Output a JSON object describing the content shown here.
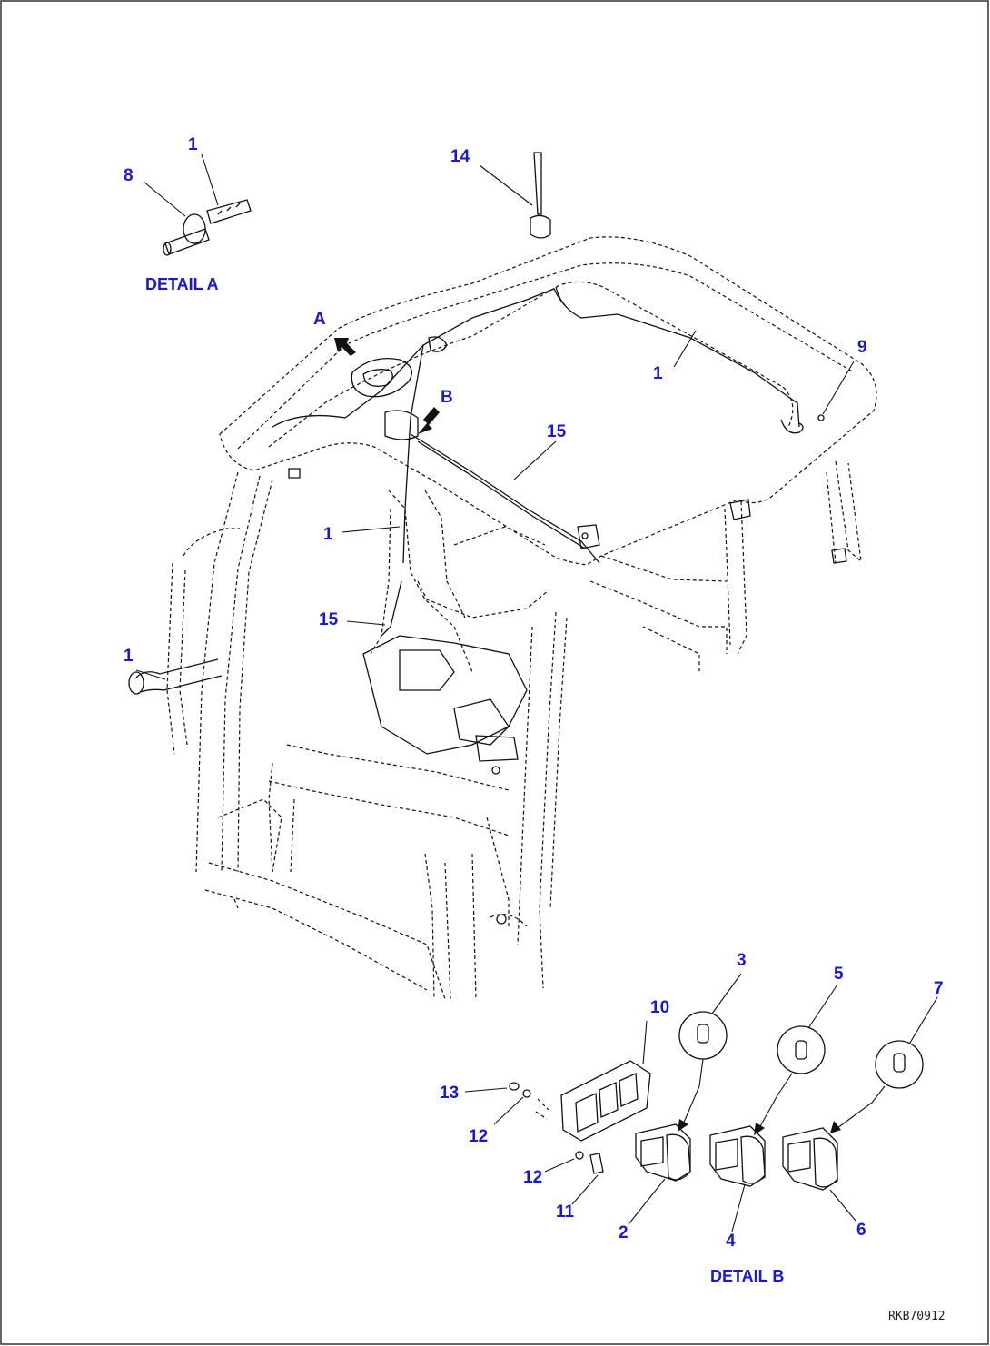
{
  "labels": {
    "d1_top": "1",
    "d8": "8",
    "d14": "14",
    "dA": "A",
    "dB": "B",
    "d1_roof": "1",
    "d9": "9",
    "d15_top": "15",
    "d1_pillar": "1",
    "d15_mid": "15",
    "d1_left": "1",
    "d3": "3",
    "d5": "5",
    "d7": "7",
    "d10": "10",
    "d13": "13",
    "d12_a": "12",
    "d12_b": "12",
    "d11": "11",
    "d2": "2",
    "d4": "4",
    "d6": "6"
  },
  "captions": {
    "detail_a": "DETAIL A",
    "detail_b": "DETAIL B"
  },
  "drawing_code": "RKB70912",
  "colors": {
    "label": "#1a1acc",
    "line": "#111111",
    "background": "#ffffff"
  }
}
